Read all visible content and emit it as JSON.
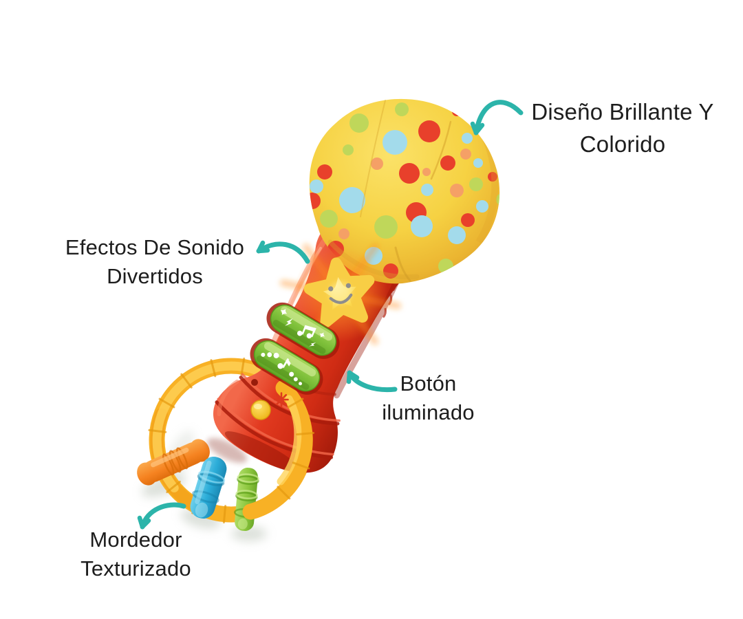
{
  "page": {
    "background_color": "#FFFFFF"
  },
  "annotations": {
    "arrow_color": "#2CB4AA",
    "text_color": "#1D1D1D",
    "labels": {
      "design": {
        "line1": "Diseño Brillante Y",
        "line2": "Colorido"
      },
      "sound": {
        "line1": "Efectos De Sonido",
        "line2": "Divertidos"
      },
      "light_button": {
        "line1": "Botón",
        "line2": "iluminado"
      },
      "teether": {
        "line1": "Mordedor",
        "line2": "Texturizado"
      }
    }
  },
  "toy": {
    "colors": {
      "head_fabric": "#F6D042",
      "head_dots": [
        "#E8402B",
        "#A3DBEB",
        "#BFD75A",
        "#F5A066"
      ],
      "body_red": "#DD3A24",
      "star_button": "#FBD44C",
      "sound_buttons_green": "#83C43F",
      "round_button_yellow": "#F2C51D",
      "teething_ring": "#F9B42A",
      "teether_pieces": [
        "#F58220",
        "#2BACD8",
        "#8CC63E"
      ]
    }
  }
}
